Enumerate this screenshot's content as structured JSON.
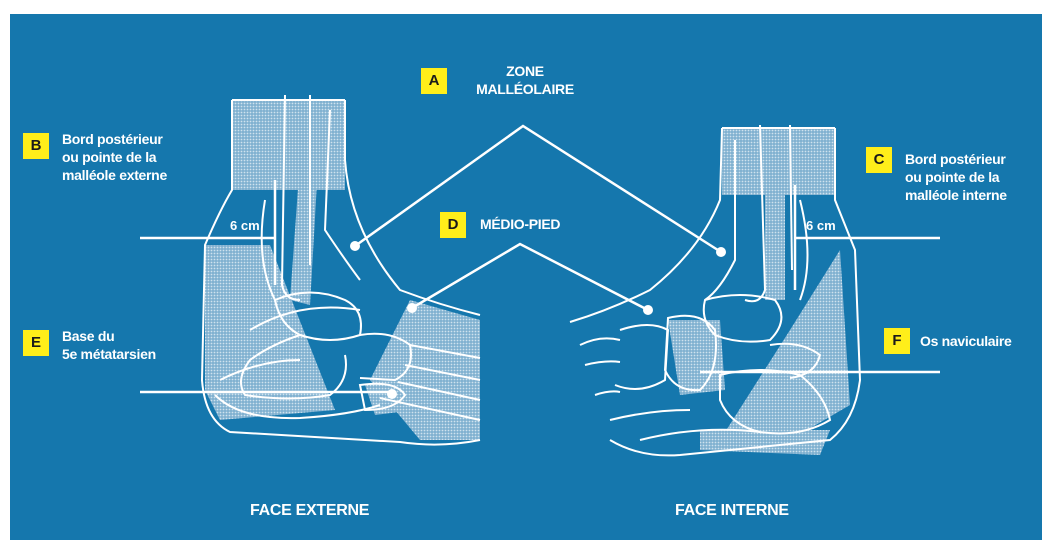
{
  "zones": [
    {
      "letter": "A",
      "text": "ZONE\nMALLÉOLAIRE"
    },
    {
      "letter": "B",
      "text": "Bord postérieur\nou pointe de la\nmalléole externe"
    },
    {
      "letter": "C",
      "text": "Bord postérieur\nou pointe de la\nmalléole interne"
    },
    {
      "letter": "D",
      "text": "MÉDIO-PIED"
    },
    {
      "letter": "E",
      "text": "Base du\n5e métatarsien"
    },
    {
      "letter": "F",
      "text": "Os naviculaire"
    }
  ],
  "measure_left": "6 cm",
  "measure_right": "6 cm",
  "face_left": "FACE EXTERNE",
  "face_right": "FACE INTERNE",
  "colors": {
    "background": "#1577ad",
    "badge": "#ffee1a",
    "line": "#ffffff",
    "shading": "#9fc2da"
  }
}
